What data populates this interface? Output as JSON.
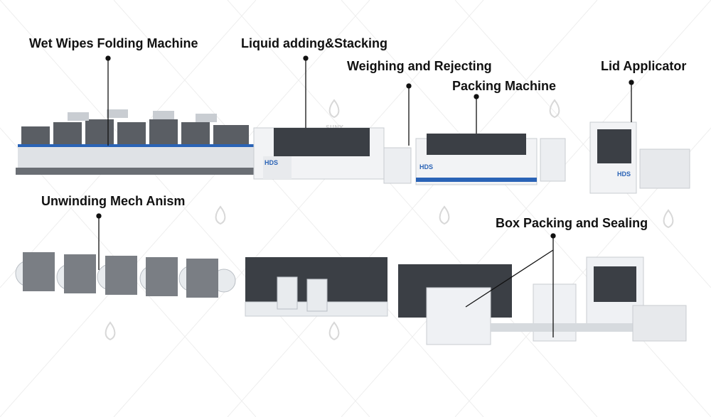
{
  "labels": {
    "wet_wipes_folding": "Wet Wipes Folding Machine",
    "liquid_adding": "Liquid adding&Stacking",
    "weighing": "Weighing and Rejecting",
    "packing": "Packing Machine",
    "lid_applicator": "Lid Applicator",
    "unwinding": "Unwinding Mech Anism",
    "box_packing": "Box Packing and Sealing"
  },
  "brand": {
    "mark": "HDS",
    "watermark": "SUNY"
  },
  "colors": {
    "accent_blue": "#2a63b6",
    "panel_dark": "#3b3f45",
    "frame_light": "#e9ecef",
    "watermark": "#d4d4d4"
  }
}
